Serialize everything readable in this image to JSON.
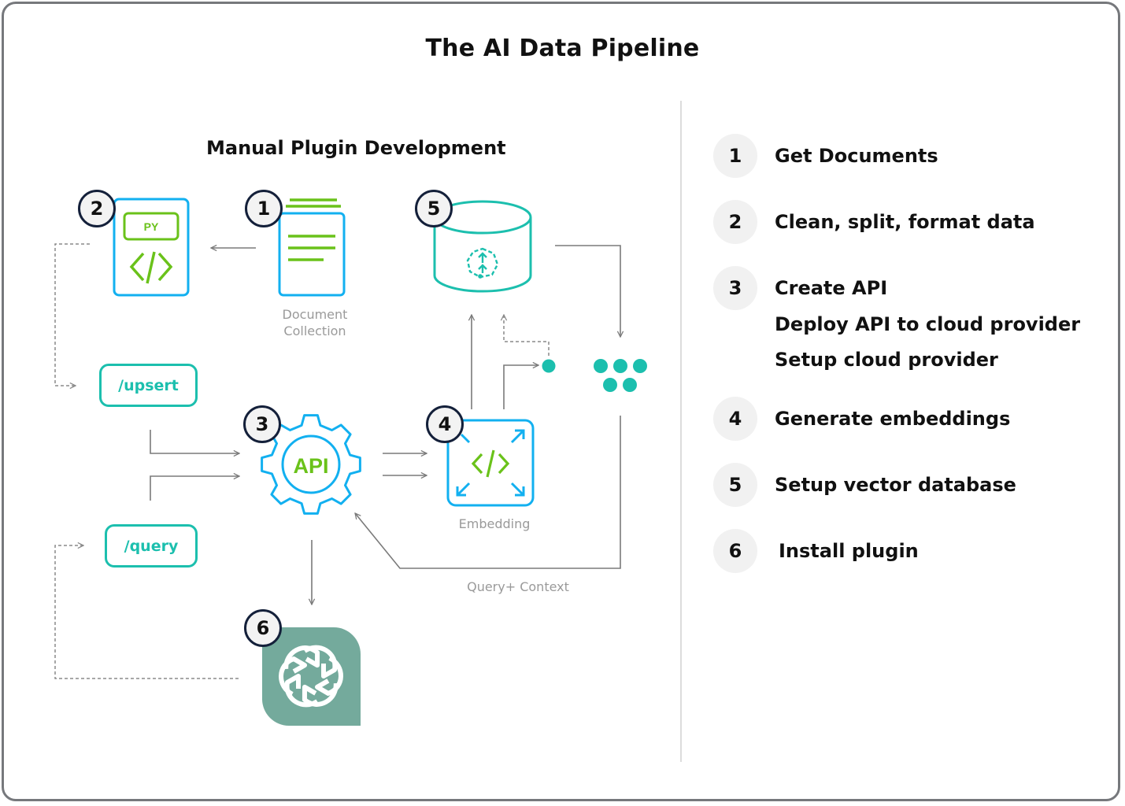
{
  "title": "The AI Data Pipeline",
  "diagram": {
    "subtitle": "Manual Plugin Development",
    "nodes": {
      "document_collection": {
        "badge": "1",
        "label": "Document Collection",
        "label_line1": "Document",
        "label_line2": "Collection",
        "icon": "document-icon"
      },
      "python_script": {
        "badge": "2",
        "file_tag": "PY",
        "icon": "python-code-file-icon"
      },
      "api": {
        "badge": "3",
        "text": "API",
        "icon": "gear-icon"
      },
      "embedding": {
        "badge": "4",
        "label": "Embedding",
        "icon": "expand-code-icon"
      },
      "vector_db": {
        "badge": "5",
        "icon": "database-icon"
      },
      "chatgpt": {
        "badge": "6",
        "icon": "openai-logo-icon"
      }
    },
    "endpoints": {
      "upsert": "/upsert",
      "query": "/query"
    },
    "edge_labels": {
      "query_context": "Query+ Context"
    },
    "colors": {
      "blue": "#12b0f0",
      "green": "#6ac21a",
      "teal": "#1cbfae",
      "openai_green": "#74aa9c",
      "arrow_gray": "#7a7a7a",
      "badge_border": "#14203a",
      "frame_gray": "#76787c"
    }
  },
  "steps": [
    {
      "number": "1",
      "lines": [
        "Get Documents"
      ]
    },
    {
      "number": "2",
      "lines": [
        "Clean, split, format data"
      ]
    },
    {
      "number": "3",
      "lines": [
        "Create API",
        "Deploy API to cloud provider",
        "Setup cloud provider"
      ]
    },
    {
      "number": "4",
      "lines": [
        "Generate embeddings"
      ]
    },
    {
      "number": "5",
      "lines": [
        "Setup vector database"
      ]
    },
    {
      "number": "6",
      "lines": [
        "Install plugin"
      ]
    }
  ]
}
